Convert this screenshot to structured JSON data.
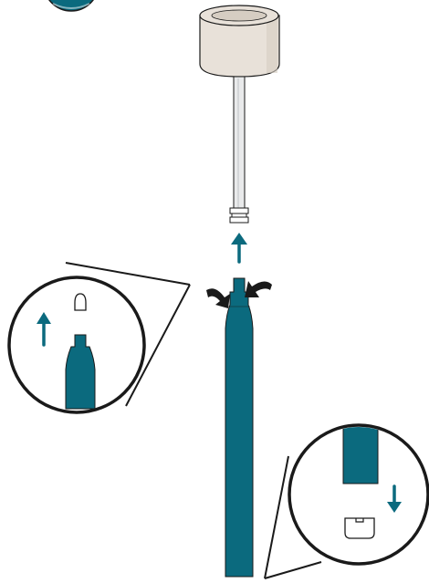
{
  "diagram": {
    "kind": "assembly-instruction",
    "has_text": false,
    "steps": [
      {
        "name": "attach-tube-to-rod",
        "direction": "up",
        "arrow_icon": "arrow-up-icon"
      },
      {
        "name": "twist-to-lock",
        "direction": "rotate",
        "arrow_icon": "rotate-arrows-icon"
      }
    ],
    "details": [
      {
        "name": "top-connection-detail",
        "direction": "up",
        "arrow_icon": "arrow-up-icon"
      },
      {
        "name": "bottom-connection-detail",
        "direction": "down",
        "arrow_icon": "arrow-down-icon"
      }
    ]
  },
  "colors": {
    "teal": "#0b6a7e",
    "dark_teal": "#08596a",
    "cap_fill": "#e8e1d9",
    "cap_shade": "#d6cdc2",
    "tube": "#e9eaeb",
    "outline": "#1a1a1a"
  }
}
